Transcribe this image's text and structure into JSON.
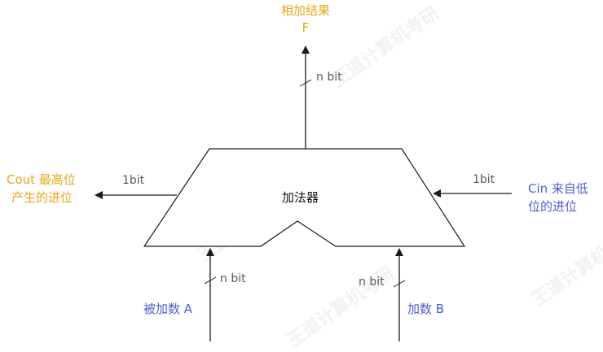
{
  "watermark_text": "王道计算机考研",
  "result": {
    "line1": "相加结果",
    "line2": "F"
  },
  "bus_labels": {
    "output": "n bit",
    "input_a": "n bit",
    "input_b": "n bit",
    "cout": "1bit",
    "cin": "1bit"
  },
  "adder": {
    "label": "加法器"
  },
  "cout_label": {
    "line1": "Cout 最高位",
    "line2": "产生的进位"
  },
  "cin_label": {
    "line1": "Cin 来自低",
    "line2": "位的进位"
  },
  "input_a_label": "被加数 A",
  "input_b_label": "加数 B",
  "colors": {
    "output": "#e6a817",
    "input": "#4f5bd5",
    "stroke": "#1a1a1a"
  }
}
